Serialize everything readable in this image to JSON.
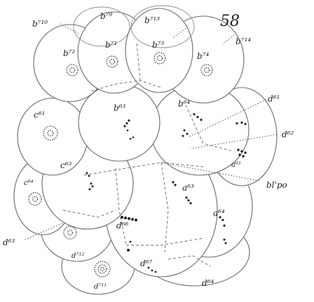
{
  "figure": {
    "number": "58",
    "labels": {
      "b710": "b⁷¹⁰",
      "b79": "b⁷⁹",
      "b713": "b⁷¹³",
      "b714": "b⁷¹⁴",
      "b72": "b⁷²",
      "b71": "b⁷¹",
      "b73": "b⁷³",
      "b74": "b⁷⁴",
      "c61": "c⁶¹",
      "b63": "b⁶³",
      "b64": "b⁶⁴",
      "d61": "d⁶¹",
      "d62": "d⁶²",
      "a61": "a⁶¹",
      "bl_po": "bl'po",
      "c64": "c⁶⁴",
      "c63": "c⁶³",
      "a63": "a⁶³",
      "a64": "a⁶⁴",
      "d63": "d⁶³",
      "d66": "d⁶⁶",
      "d712": "d⁷¹²",
      "d711": "d⁷¹¹",
      "d67": "d⁶⁷",
      "d64": "d⁶⁴"
    }
  }
}
